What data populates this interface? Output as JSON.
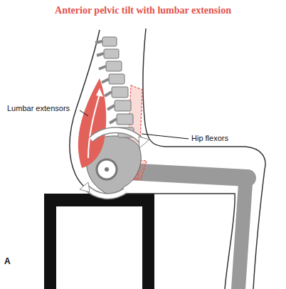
{
  "diagram": {
    "title": "Anterior pelvic tilt with lumbar extension",
    "labels": [
      "Lumbar extensors",
      "Hip flexors",
      "A"
    ]
  }
}
